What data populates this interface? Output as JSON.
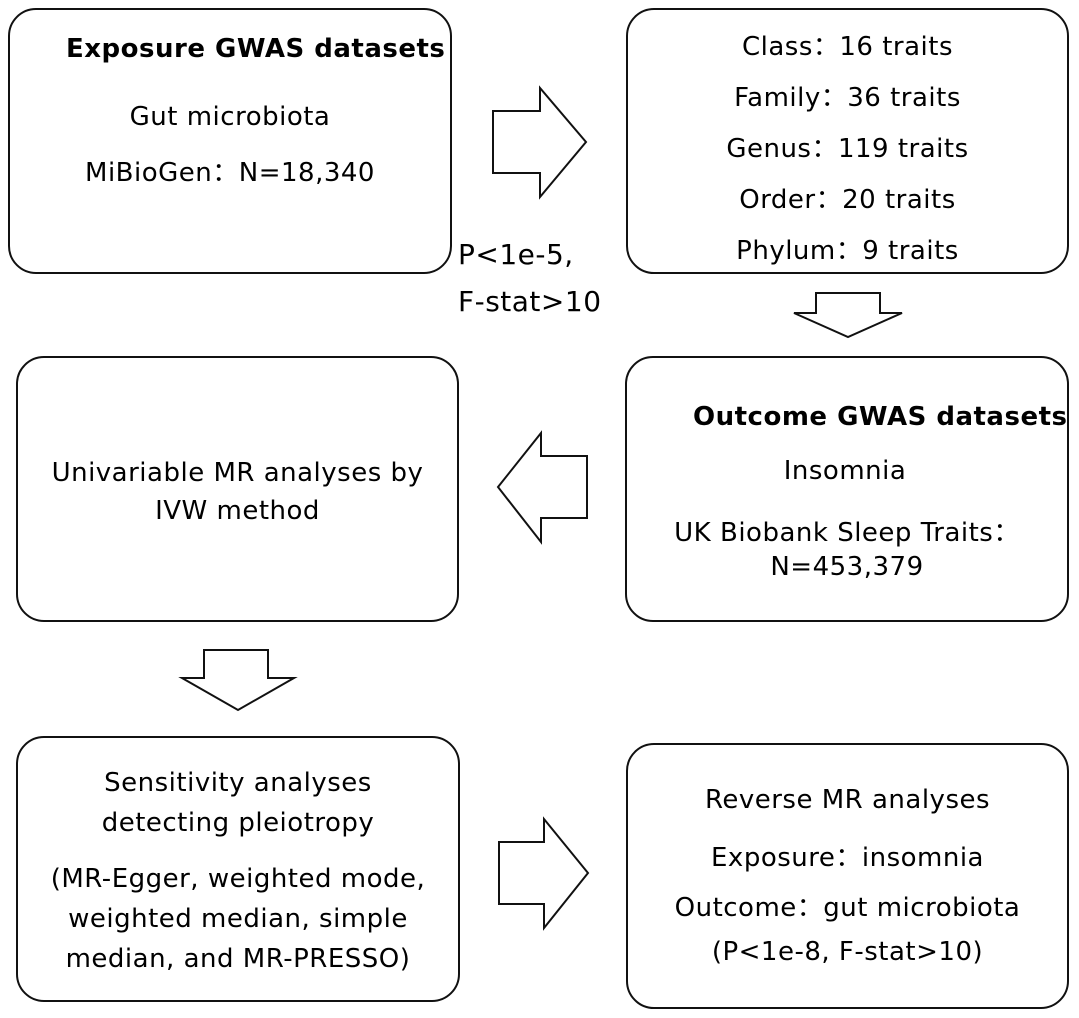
{
  "exposure_box": {
    "title": "Exposure GWAS datasets",
    "line1": "Gut microbiota",
    "line2": "MiBioGen：N=18,340"
  },
  "traits_box": {
    "lines": [
      "Class：16 traits",
      "Family：36 traits",
      "Genus：119 traits",
      "Order：20 traits",
      "Phylum：9 traits"
    ]
  },
  "threshold_label": {
    "line1": "P<1e-5,",
    "line2": "F-stat>10"
  },
  "outcome_box": {
    "title": "Outcome GWAS datasets",
    "line1": "Insomnia",
    "line2": "UK Biobank Sleep Traits：",
    "line3": "N=453,379"
  },
  "univariable_box": {
    "line1": "Univariable MR analyses by",
    "line2": "IVW method"
  },
  "sensitivity_box": {
    "line1": "Sensitivity analyses",
    "line2": "detecting pleiotropy",
    "line3": "(MR-Egger, weighted mode,",
    "line4": "weighted median, simple",
    "line5": "median, and MR-PRESSO)"
  },
  "reverse_box": {
    "line1": "Reverse MR analyses",
    "line2": "Exposure：insomnia",
    "line3": "Outcome：gut microbiota",
    "line4": "(P<1e-8, F-stat>10)"
  }
}
